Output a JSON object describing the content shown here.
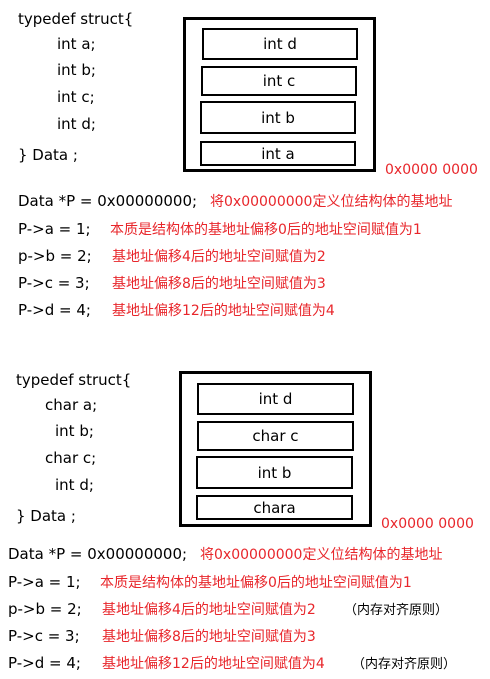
{
  "section1": {
    "struct_lines": [
      "typedef struct{",
      "int a;",
      "int b;",
      "int c;",
      "int d;",
      "}  Data ;"
    ],
    "cells": [
      "int d",
      "int c",
      "int b",
      "int a"
    ],
    "base_address": "0x0000 0000",
    "code_lines": [
      {
        "code": "Data *P = 0x00000000;",
        "note": "将0x00000000定义位结构体的基地址"
      },
      {
        "code": "P->a = 1;",
        "note": "本质是结构体的基地址偏移0后的地址空间赋值为1"
      },
      {
        "code": "p->b = 2;",
        "note": "基地址偏移4后的地址空间赋值为2"
      },
      {
        "code": "P->c = 3;",
        "note": "基地址偏移8后的地址空间赋值为3"
      },
      {
        "code": "P->d = 4;",
        "note": "基地址偏移12后的地址空间赋值为4"
      }
    ]
  },
  "section2": {
    "struct_lines": [
      "typedef struct{",
      "char a;",
      "int b;",
      "char c;",
      "int d;",
      "}  Data ;"
    ],
    "cells": [
      "int d",
      "char c",
      "int b",
      "chara"
    ],
    "base_address": "0x0000 0000",
    "code_lines": [
      {
        "code": "Data *P = 0x00000000;",
        "note": "将0x00000000定义位结构体的基地址",
        "extra": ""
      },
      {
        "code": "P->a = 1;",
        "note": "本质是结构体的基地址偏移0后的地址空间赋值为1",
        "extra": ""
      },
      {
        "code": "p->b = 2;",
        "note": "基地址偏移4后的地址空间赋值为2",
        "extra": "（内存对齐原则）"
      },
      {
        "code": "P->c = 3;",
        "note": "基地址偏移8后的地址空间赋值为3",
        "extra": ""
      },
      {
        "code": "P->d = 4;",
        "note": "基地址偏移12后的地址空间赋值为4",
        "extra": "（内存对齐原则）"
      }
    ]
  }
}
